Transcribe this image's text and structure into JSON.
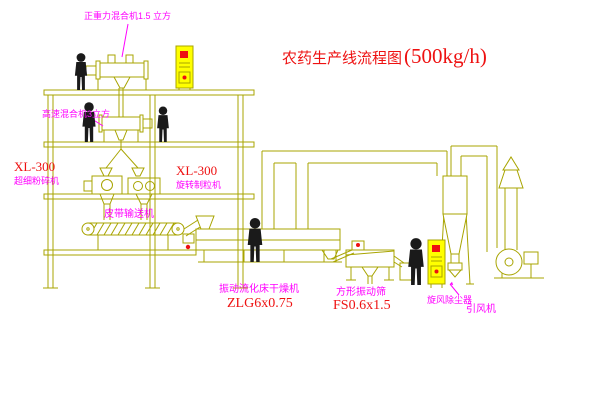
{
  "title": {
    "main": "农药生产线流程图",
    "capacity": "(500kg/h)"
  },
  "labels": {
    "gravity_mixer": "正重力混合机1.5 立方",
    "high_speed_mixer": "高速混合机3立方",
    "fine_mill_model": "XL-300",
    "fine_mill_name": "超细粉碎机",
    "rotary_granulator_model": "XL-300",
    "rotary_granulator_name": "旋转制粒机",
    "belt_conveyor": "皮带输送机",
    "dryer_name": "振动流化床干燥机",
    "dryer_model": "ZLG6x0.75",
    "screen_name": "方形振动筛",
    "screen_model": "FS0.6x1.5",
    "cyclone": "旋风除尘器",
    "fan": "引风机"
  },
  "colors": {
    "line": "#a8a400",
    "red": "#ee1111",
    "magenta": "#ff00ff",
    "panel_yellow": "#ffff00",
    "figure": "#1a1a1a",
    "background": "#ffffff"
  }
}
